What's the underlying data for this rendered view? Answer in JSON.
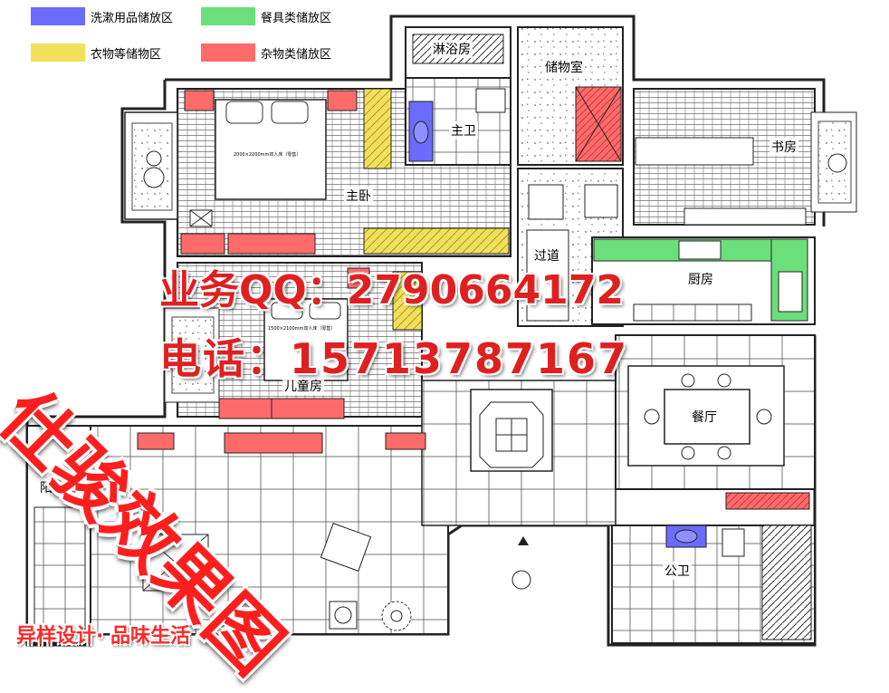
{
  "legend": [
    {
      "label": "洗漱用品储放区",
      "color": "#6b6bff"
    },
    {
      "label": "餐具类储放区",
      "color": "#6be07a"
    },
    {
      "label": "衣物等储物区",
      "color": "#f2e05a"
    },
    {
      "label": "杂物类储放区",
      "color": "#ff6b6b"
    }
  ],
  "rooms": {
    "shower": "淋浴房",
    "storage": "储物室",
    "master_bath": "主卫",
    "study": "书房",
    "master_bedroom": "主卧",
    "corridor": "过道",
    "kitchen": "厨房",
    "kids_room": "儿童房",
    "dining": "餐厅",
    "balcony": "阳台",
    "public_bath": "公卫"
  },
  "bed_labels": {
    "master": "2000×2200mm双人床（零售）",
    "kids": "1500×2100mm双人床（零售）"
  },
  "watermark": {
    "qq": "业务QQ：2790664172",
    "phone": "电话：15713787167"
  },
  "stamp_text": "仕骏效果图",
  "slogan": "异样设计· 品味生活",
  "colors": {
    "blue": "#6b6bff",
    "green": "#6be07a",
    "yellow": "#f2e05a",
    "red": "#ff6b6b",
    "wall": "#222222",
    "hatch": "#888888"
  }
}
